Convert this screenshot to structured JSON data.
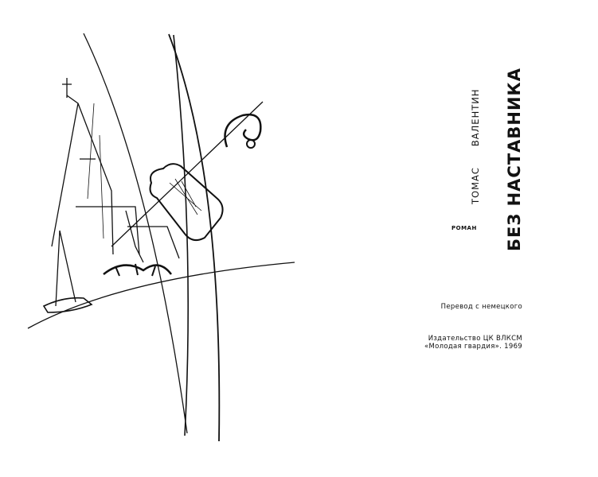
{
  "author": {
    "first": "ТОМАС",
    "last": "ВАЛЕНТИН"
  },
  "title": "БЕЗ НАСТАВНИКА",
  "genre": "РОМАН",
  "translation_note": "Перевод с немецкого",
  "publisher_line1": "Издательство ЦК ВЛКСМ",
  "publisher_line2": "«Молодая гвардия». 1969"
}
